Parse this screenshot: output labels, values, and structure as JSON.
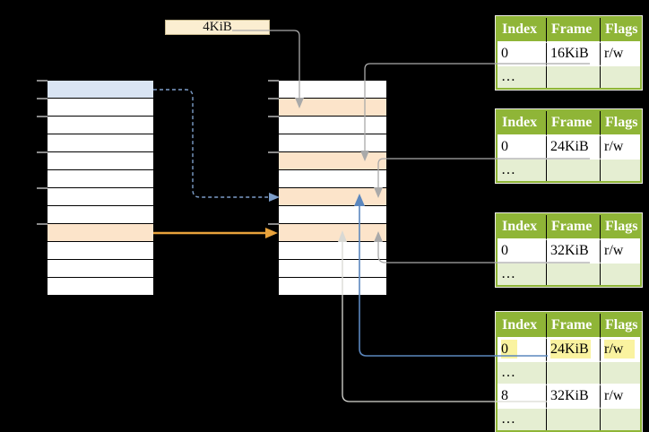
{
  "size_label": "4KiB",
  "memory": {
    "left_column": {
      "cells": [
        "vm",
        "plain",
        "plain",
        "plain",
        "plain",
        "plain",
        "plain",
        "plain",
        "frame",
        "plain",
        "plain",
        "plain"
      ],
      "ticks_y": [
        90,
        110,
        130,
        170,
        210,
        250
      ],
      "ticks_x": 41
    },
    "middle_column": {
      "cells": [
        "plain",
        "frame",
        "plain",
        "plain",
        "frame",
        "plain",
        "frame",
        "plain",
        "frame",
        "plain",
        "plain",
        "plain"
      ],
      "ticks_y": [
        90,
        110,
        130,
        170,
        250
      ],
      "ticks_x": 299
    }
  },
  "page_tables": [
    {
      "headers": [
        "Index",
        "Frame",
        "Flags"
      ],
      "rows": [
        [
          "0",
          "16KiB",
          "r/w"
        ],
        [
          "…",
          "",
          ""
        ]
      ]
    },
    {
      "headers": [
        "Index",
        "Frame",
        "Flags"
      ],
      "rows": [
        [
          "0",
          "24KiB",
          "r/w"
        ],
        [
          "…",
          "",
          ""
        ]
      ]
    },
    {
      "headers": [
        "Index",
        "Frame",
        "Flags"
      ],
      "rows": [
        [
          "0",
          "32KiB",
          "r/w"
        ],
        [
          "…",
          "",
          ""
        ]
      ]
    },
    {
      "headers": [
        "Index",
        "Frame",
        "Flags"
      ],
      "rows": [
        [
          "0",
          "24KiB",
          "r/w"
        ],
        [
          "…",
          "",
          ""
        ],
        [
          "8",
          "32KiB",
          "r/w"
        ],
        [
          "…",
          "",
          ""
        ]
      ],
      "highlighted_row": 0
    }
  ],
  "colors": {
    "frame-highlight": "#FCE4CA",
    "vm-highlight": "#D9E4F3",
    "table-header-green": "#8FB537",
    "table-alt-green": "#E5EED2",
    "row-highlight-yellow": "#FAF3A0",
    "size-label-bg": "#FBEED1",
    "arrow-gray": "#A9A9A9",
    "arrow-light": "#D9D9D4",
    "arrow-blue": "#5B87BE",
    "arrow-blue-dashed": "#7D9EC9",
    "arrow-orange": "#E8A23B"
  }
}
